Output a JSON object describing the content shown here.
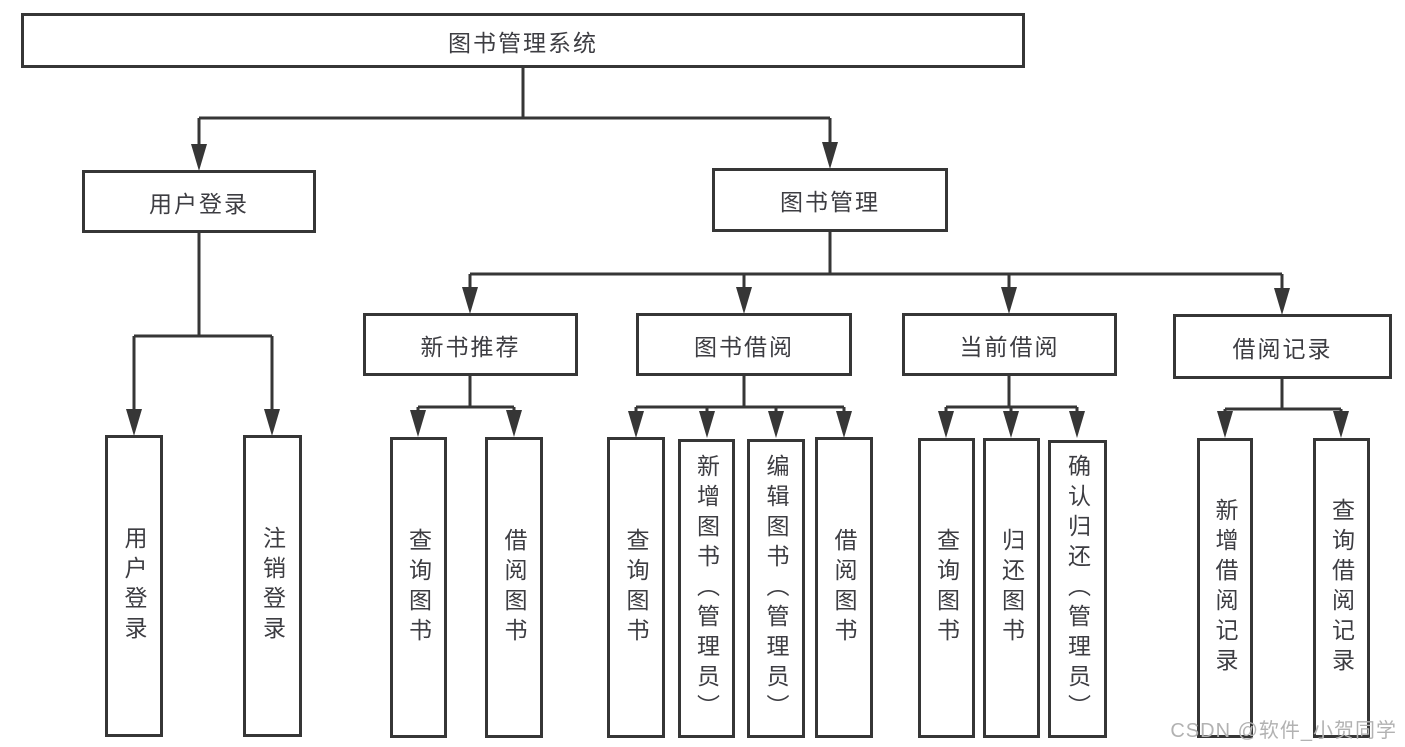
{
  "tree": {
    "label": "图书管理系统",
    "children": [
      {
        "label": "用户登录",
        "children": [
          {
            "label": "用户登录"
          },
          {
            "label": "注销登录"
          }
        ]
      },
      {
        "label": "图书管理",
        "children": [
          {
            "label": "新书推荐",
            "children": [
              {
                "label": "查询图书"
              },
              {
                "label": "借阅图书"
              }
            ]
          },
          {
            "label": "图书借阅",
            "children": [
              {
                "label": "查询图书"
              },
              {
                "label": "新增图书（管理员）"
              },
              {
                "label": "编辑图书（管理员）"
              },
              {
                "label": "借阅图书"
              }
            ]
          },
          {
            "label": "当前借阅",
            "children": [
              {
                "label": "查询图书"
              },
              {
                "label": "归还图书"
              },
              {
                "label": "确认归还（管理员）"
              }
            ]
          },
          {
            "label": "借阅记录",
            "children": [
              {
                "label": "新增借阅记录"
              },
              {
                "label": "查询借阅记录"
              }
            ]
          }
        ]
      }
    ]
  },
  "watermark": {
    "text": "CSDN @软件_小贺同学"
  },
  "colors": {
    "line": "#363636",
    "text": "#3d3d42",
    "watermark": "#b2b2b2",
    "background": "#ffffff"
  }
}
